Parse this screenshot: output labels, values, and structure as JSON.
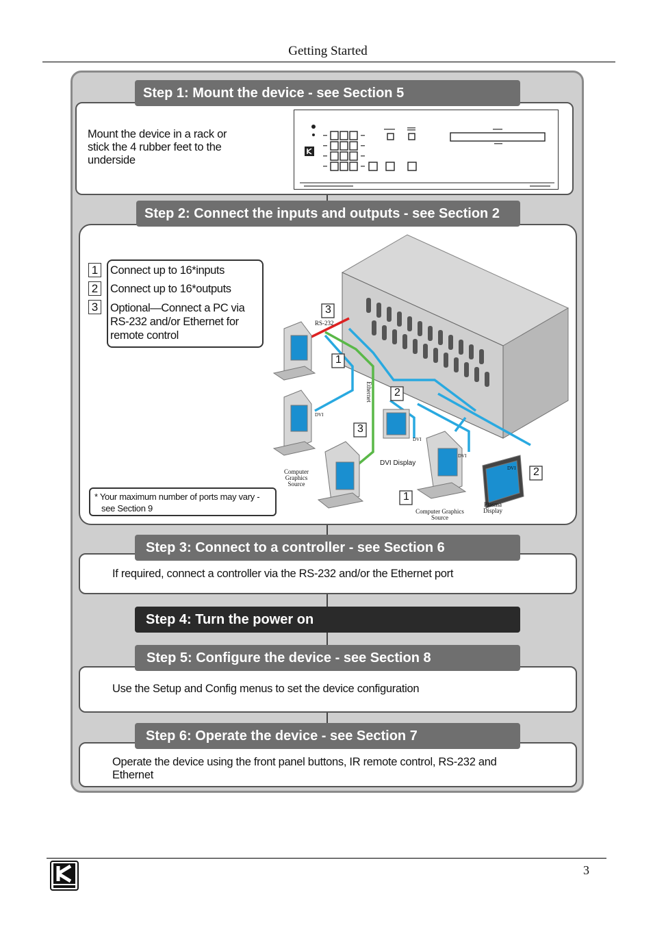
{
  "header": {
    "title": "Getting Started"
  },
  "footer": {
    "page_number": "3"
  },
  "steps": [
    {
      "title": "Step 1: Mount the device - see Section 5",
      "lines": [
        "Mount the device in a rack or",
        "stick the 4 rubber feet to the",
        "underside"
      ]
    },
    {
      "title": "Step 2:  Connect the inputs and outputs - see Section 2"
    },
    {
      "title": "Step 3: Connect to a controller - see Section 6",
      "text": "If required, connect a controller via the RS-232 and/or the Ethernet port"
    },
    {
      "title": "Step 4: Turn the power on"
    },
    {
      "title": "Step 5: Configure the device - see Section 8",
      "text": "Use the Setup and Config menus to set the device configuration"
    },
    {
      "title": "Step 6: Operate the device - see Section 7",
      "lines": [
        "Operate the device using the front panel buttons, IR remote control, RS-232 and",
        "Ethernet"
      ]
    }
  ],
  "legend": {
    "items": [
      {
        "num": "1",
        "lines": [
          "Connect up to 16*inputs"
        ]
      },
      {
        "num": "2",
        "lines": [
          "Connect up to 16*outputs"
        ]
      },
      {
        "num": "3",
        "lines": [
          "Optional—Connect a PC via",
          "RS-232 and/or Ethernet for",
          "remote control"
        ]
      }
    ],
    "note_lines": [
      "* Your maximum number of ports may vary -",
      "see Section 9"
    ]
  },
  "diagram": {
    "rs232_label": "RS-232",
    "ethernet_label": "Ethernet",
    "dvi_label": "DVI",
    "dvi_display": "DVI Display",
    "computer_source_left": [
      "Computer",
      "Graphics",
      "Source"
    ],
    "computer_source_right": [
      "Computer Graphics",
      "Source"
    ],
    "plasma": [
      "Plasma",
      "Display"
    ],
    "badges": [
      "3",
      "1",
      "2",
      "3",
      "1",
      "2"
    ]
  },
  "colors": {
    "bar": "#6f6f6f",
    "bar_dark": "#2a2a2a",
    "frame": "#cfcfcf",
    "cable_blue": "#29a9e0",
    "cable_green": "#5ab848",
    "cable_red": "#d22"
  }
}
